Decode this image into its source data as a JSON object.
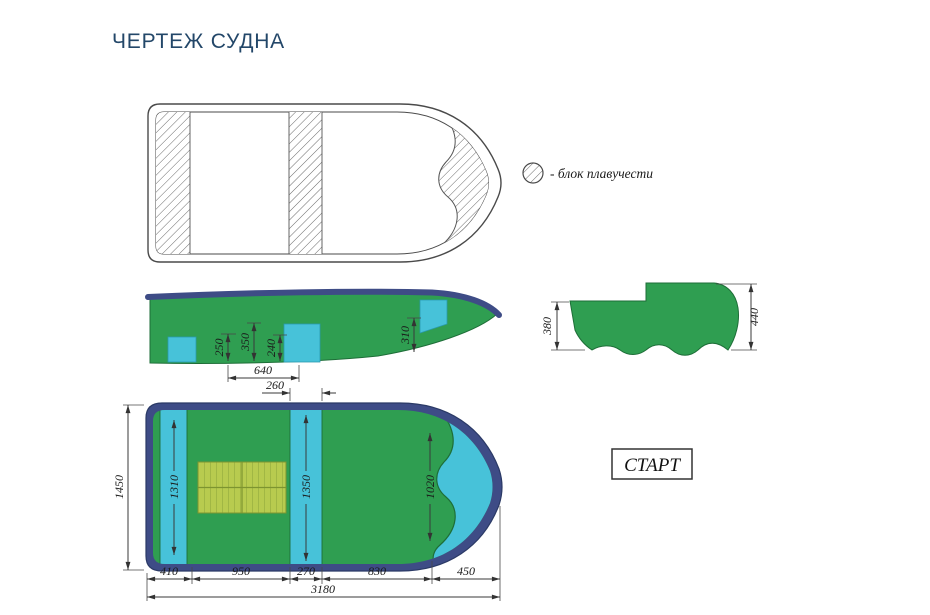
{
  "page": {
    "title": "ЧЕРТЕЖ СУДНА"
  },
  "legend": {
    "label": "- блок плавучести"
  },
  "model": {
    "name": "СТАРТ"
  },
  "dims": {
    "side": {
      "block_stern_h": "250",
      "mid_h": "350",
      "block_mid_h": "240",
      "block_bow_h": "310",
      "spacing": "640"
    },
    "transom": {
      "depth": "380",
      "height": "440"
    },
    "plan": {
      "seat_top": "260",
      "beam": "1450",
      "stern_seat": "1310",
      "mid_seat": "1350",
      "bow": "1020",
      "c1": "410",
      "c2": "950",
      "c3": "270",
      "c4": "830",
      "c5": "450",
      "length_total": "3180"
    }
  },
  "colors": {
    "hull": "#2f9e51",
    "gunwale": "#3e4c86",
    "seat": "#47c2d9",
    "floor": "#b8cb4f",
    "outline": "#1e6e38",
    "title": "#234769"
  }
}
